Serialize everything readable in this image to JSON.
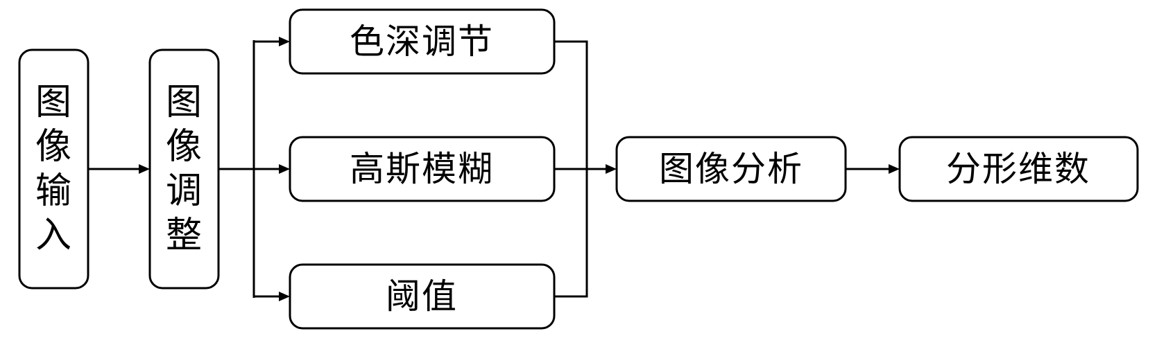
{
  "diagram": {
    "nodes": {
      "image_input": "图像输入",
      "image_adjust": "图像调整",
      "color_depth": "色深调节",
      "gaussian_blur": "高斯模糊",
      "threshold": "阈值",
      "image_analysis": "图像分析",
      "fractal_dimension": "分形维数"
    }
  }
}
